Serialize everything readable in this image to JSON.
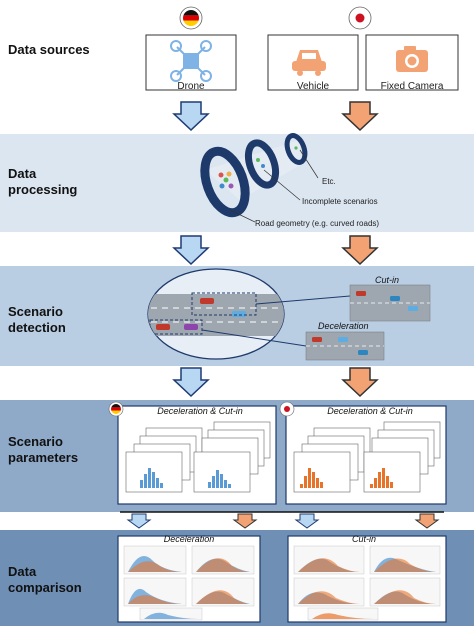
{
  "stages": [
    {
      "label_lines": [
        "Data sources"
      ]
    },
    {
      "label_lines": [
        "Data",
        "processing"
      ]
    },
    {
      "label_lines": [
        "Scenario",
        "detection"
      ]
    },
    {
      "label_lines": [
        "Scenario",
        "parameters"
      ]
    },
    {
      "label_lines": [
        "Data",
        "comparison"
      ]
    }
  ],
  "sources": {
    "drone": "Drone",
    "vehicle": "Vehicle",
    "camera": "Fixed Camera"
  },
  "processing": {
    "etc": "Etc.",
    "incomplete": "Incomplete scenarios",
    "road": "Road geometry (e.g. curved roads)"
  },
  "detection": {
    "cutin": "Cut-in",
    "decel": "Deceleration"
  },
  "parameters": {
    "left_title": "Deceleration & Cut-in",
    "right_title": "Deceleration & Cut-in"
  },
  "comparison": {
    "left_title": "Deceleration",
    "right_title": "Cut-in"
  },
  "colors": {
    "blue_arrow": "#b8d7f2",
    "orange_arrow": "#f3a373",
    "band_light": "#dce6f1",
    "band_mid": "#b9cde3",
    "band_dark": "#8fa9c8",
    "band_darker": "#6f8fb5",
    "orange_bar": "#e8742c",
    "blue_bar": "#5b9bd5"
  },
  "icons": [
    "german-flag-icon",
    "japanese-flag-icon",
    "drone-icon",
    "car-icon",
    "camera-icon"
  ]
}
